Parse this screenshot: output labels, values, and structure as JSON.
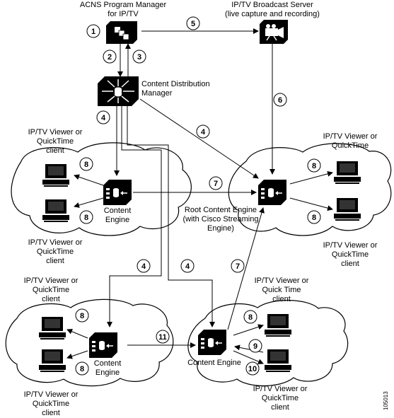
{
  "labels": {
    "acns_line1": "ACNS Program Manager",
    "acns_line2": "for IP/TV",
    "broadcast_line1": "IP/TV Broadcast Server",
    "broadcast_line2": "(live capture and recording)",
    "cdm_line1": "Content Distribution",
    "cdm_line2": "Manager",
    "ce_label": "Content",
    "ce_label2": "Engine",
    "ce_bottom_right": "Content Engine",
    "root_line1": "Root Content Engine",
    "root_line2": "(with Cisco Streaming",
    "root_line3": "Engine)",
    "viewer_a": "IP/TV Viewer or",
    "viewer_b": "QuickTime",
    "viewer_c": "client",
    "viewer_br_top_a": "IP/TV Viewer or",
    "viewer_br_top_b": "Quick Time",
    "viewer_br_top_c": "client",
    "figure_id": "105013"
  },
  "steps": [
    "1",
    "2",
    "3",
    "4",
    "5",
    "6",
    "7",
    "8",
    "9",
    "10",
    "11"
  ]
}
